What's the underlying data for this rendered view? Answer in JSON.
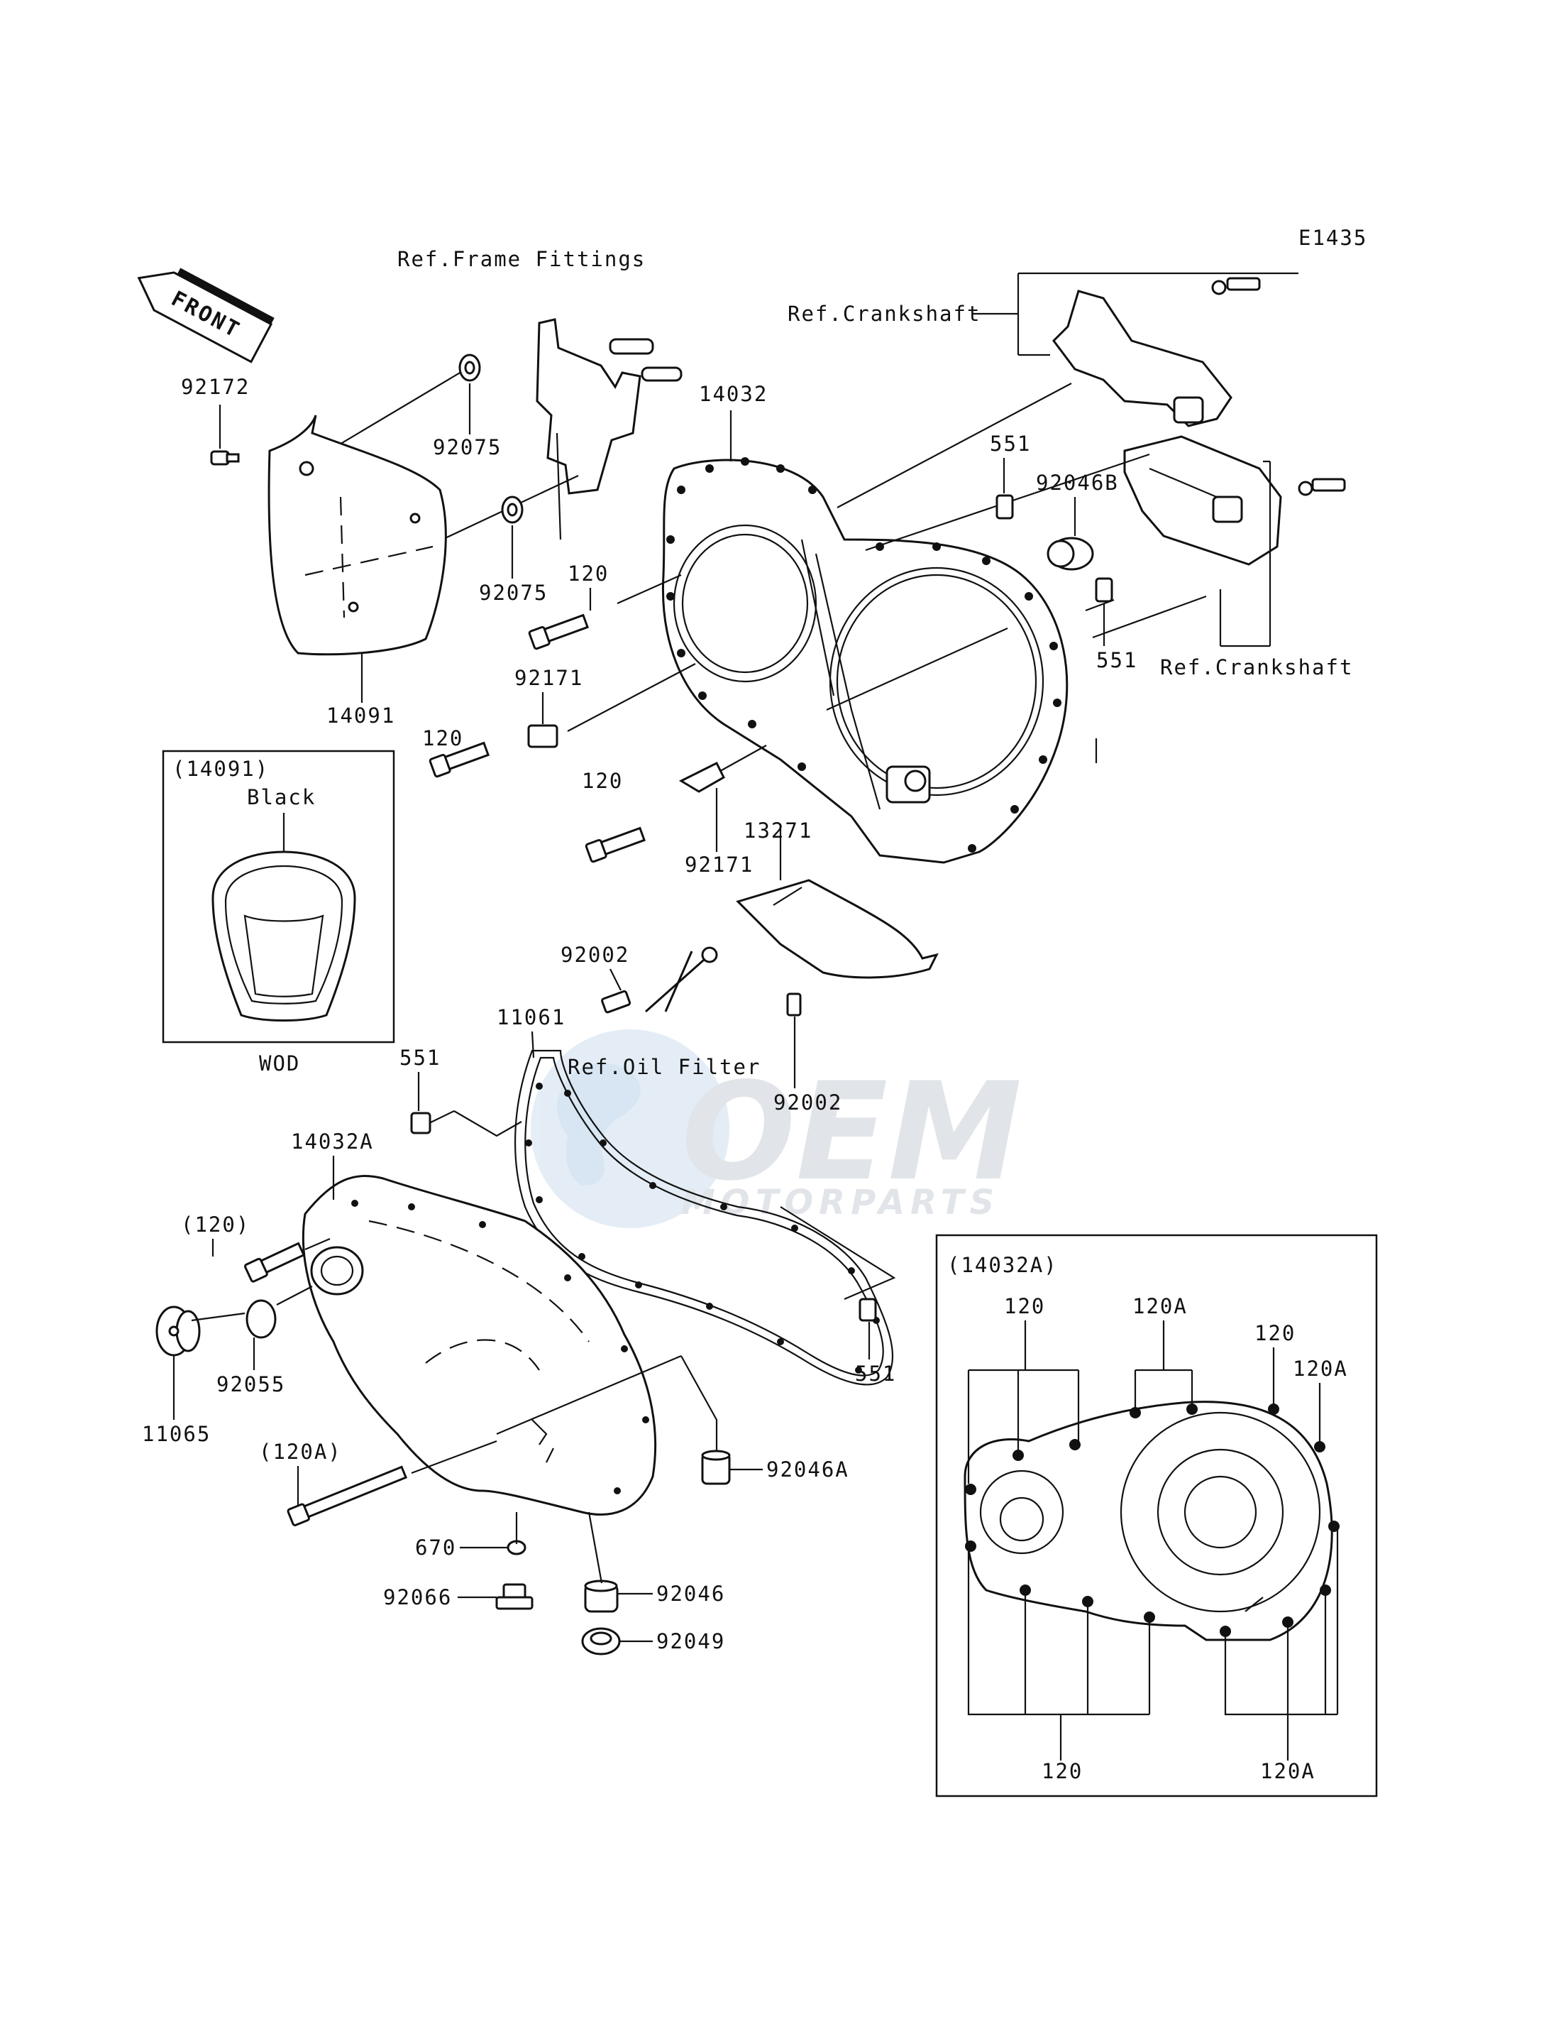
{
  "diagram_code": "E1435",
  "front_arrow_label": "FRONT",
  "references": {
    "frame_fittings": "Ref.Frame Fittings",
    "crankshaft_top": "Ref.Crankshaft",
    "crankshaft_right": "Ref.Crankshaft",
    "oil_filter": "Ref.Oil Filter"
  },
  "callouts": {
    "p92172": "92172",
    "p92075_a": "92075",
    "p92075_b": "92075",
    "p14091": "14091",
    "p14032": "14032",
    "p551_a": "551",
    "p92046B": "92046B",
    "p551_b": "551",
    "p120_a": "120",
    "p92171_a": "92171",
    "p120_b": "120",
    "p120_c": "120",
    "p92171_b": "92171",
    "p13271": "13271",
    "p92002_a": "92002",
    "p11061": "11061",
    "p92002_b": "92002",
    "p551_c": "551",
    "p14032A": "14032A",
    "p120_paren": "(120)",
    "p92055": "92055",
    "p11065": "11065",
    "p120A_paren": "(120A)",
    "p670": "670",
    "p92066": "92066",
    "p92046": "92046",
    "p92049": "92049",
    "p92046A": "92046A",
    "p551_d": "551"
  },
  "inset_cover": {
    "title": "(14091)",
    "color_label": "Black",
    "code": "WOD"
  },
  "inset_bolts": {
    "title": "(14032A)",
    "top_120_left": "120",
    "top_120A": "120A",
    "top_120_right": "120",
    "top_120A_right": "120A",
    "bottom_120": "120",
    "bottom_120A": "120A"
  },
  "watermark": {
    "brand": "OEM",
    "tagline": "MOTORPARTS"
  }
}
